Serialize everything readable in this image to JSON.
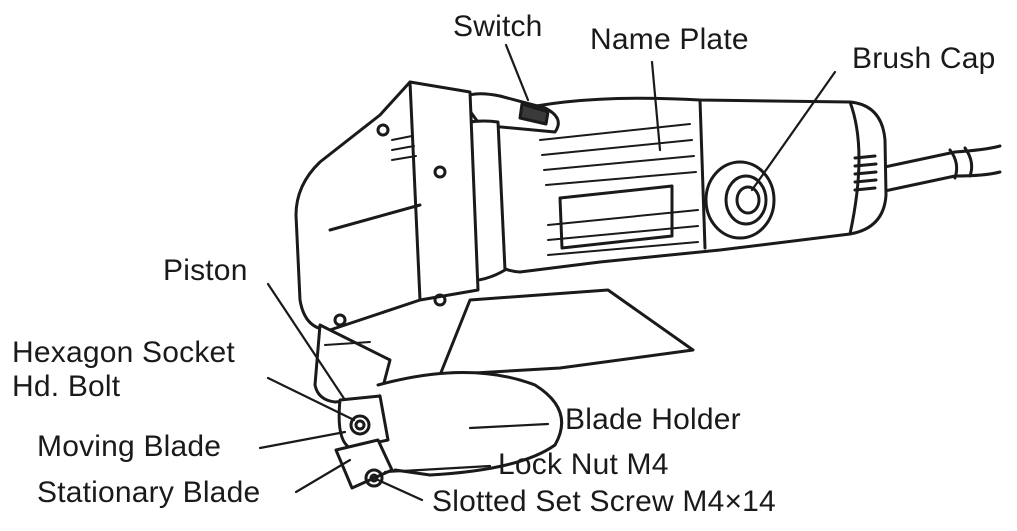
{
  "labels": {
    "switch": "Switch",
    "name_plate": "Name Plate",
    "brush_cap": "Brush Cap",
    "piston": "Piston",
    "hex_bolt_line1": "Hexagon Socket",
    "hex_bolt_line2": "Hd. Bolt",
    "moving_blade": "Moving Blade",
    "stationary_blade": "Stationary Blade",
    "blade_holder": "Blade Holder",
    "lock_nut": "Lock Nut M4",
    "set_screw": "Slotted Set Screw M4×14"
  },
  "colors": {
    "ink": "#1a1a1a",
    "background": "#ffffff"
  }
}
